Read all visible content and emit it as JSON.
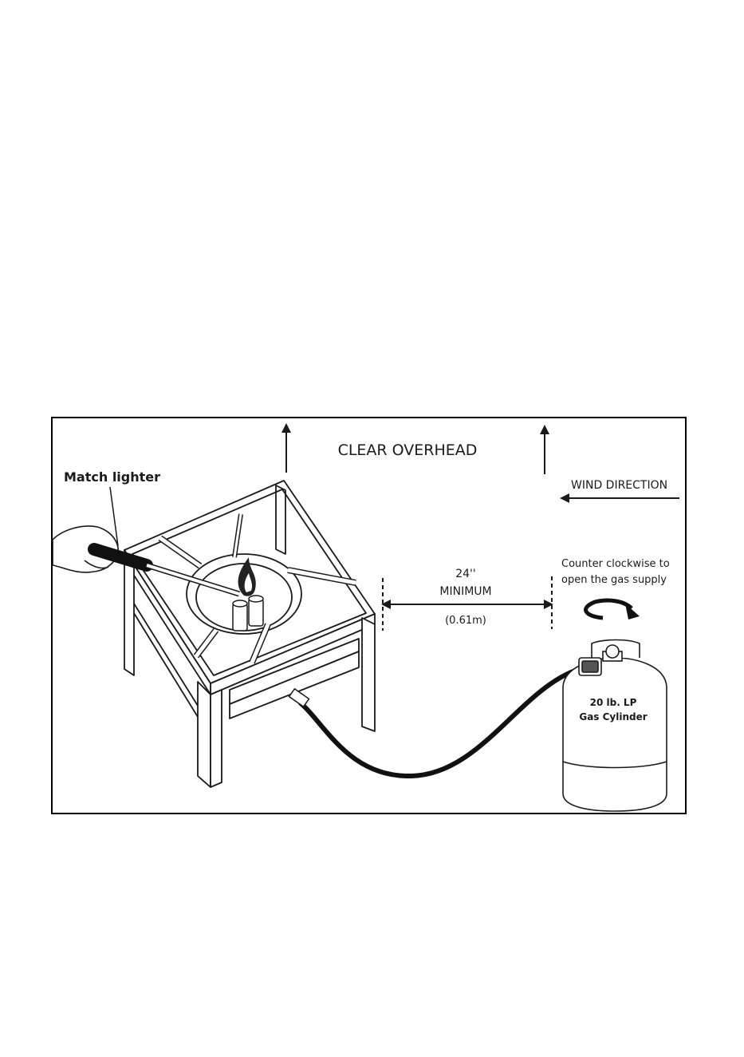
{
  "labels": {
    "clear_overhead": "CLEAR OVERHEAD",
    "match_lighter": "Match lighter",
    "wind_direction": "WIND DIRECTION",
    "distance_inches": "24''",
    "distance_minimum": "MINIMUM",
    "distance_metric": "(0.61m)",
    "valve_instruction_line1": "Counter clockwise to",
    "valve_instruction_line2": "open the gas supply",
    "cylinder_line1": "20 lb. LP",
    "cylinder_line2": "Gas Cylinder"
  },
  "colors": {
    "line": "#1a1a1a",
    "hose": "#111111",
    "flame": "#222222"
  }
}
